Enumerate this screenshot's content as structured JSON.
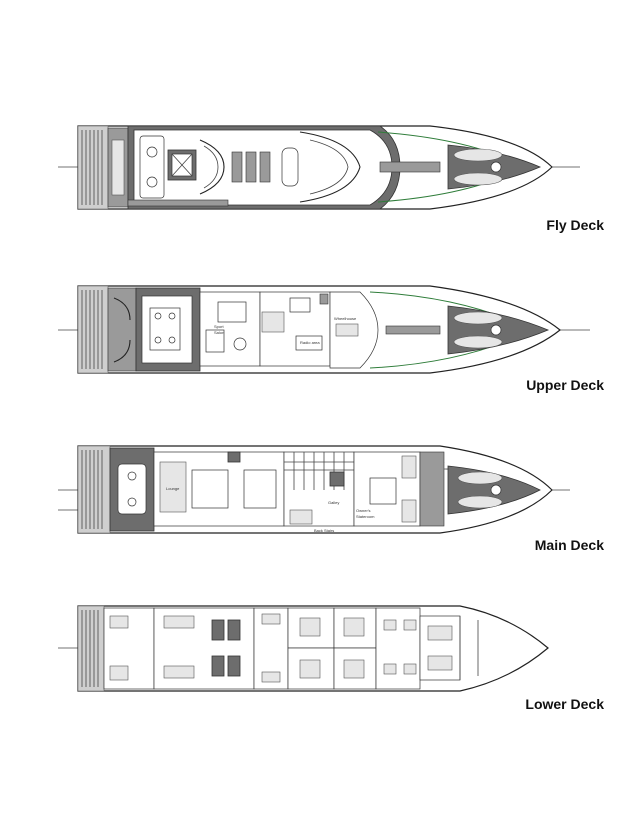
{
  "decks": [
    {
      "id": "fly",
      "label": "Fly Deck"
    },
    {
      "id": "upper",
      "label": "Upper Deck"
    },
    {
      "id": "main",
      "label": "Main Deck"
    },
    {
      "id": "lower",
      "label": "Lower Deck"
    }
  ]
}
